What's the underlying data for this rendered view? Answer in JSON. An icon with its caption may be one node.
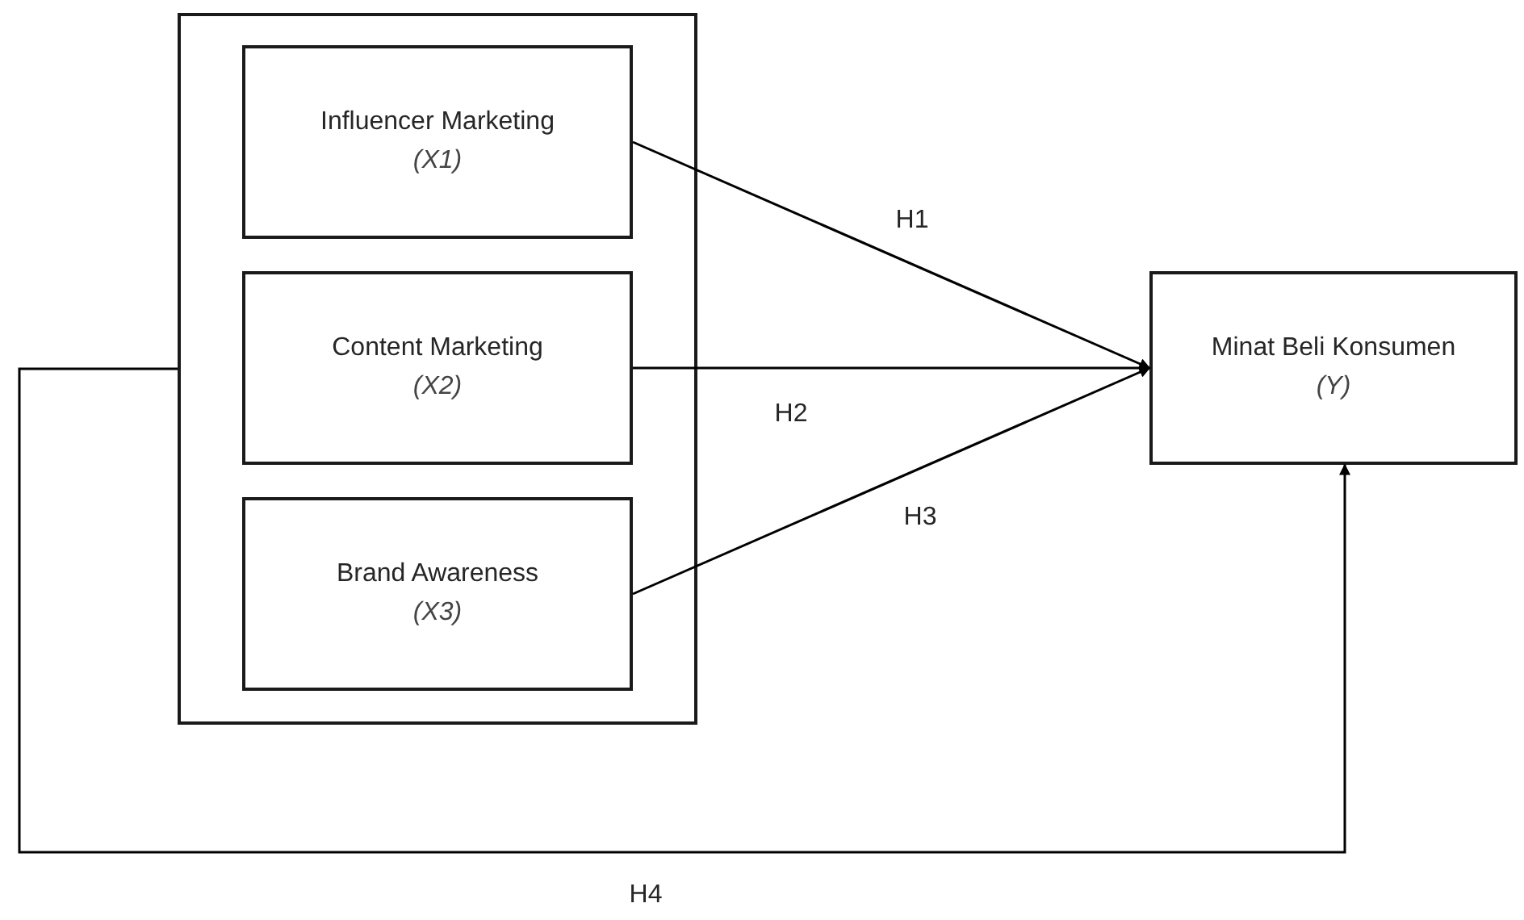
{
  "diagram": {
    "nodes": [
      {
        "text": [],
        "shape": "box"
      },
      {
        "text": [
          "Influencer Marketing",
          "(X1)"
        ],
        "in": 0
      },
      {
        "text": [
          "Content Marketing",
          "(X2)"
        ],
        "in": 0
      },
      {
        "text": [
          "Brand Awareness",
          "(X3)"
        ],
        "in": 0
      },
      {
        "text": [
          "Minat Beli Konsumen",
          "(Y)"
        ]
      }
    ],
    "edges": [
      {
        "from": 1,
        "to": 4,
        "arrow": "to",
        "label": "H1"
      },
      {
        "from": 2,
        "to": 4,
        "arrow": "to",
        "label": "H2"
      },
      {
        "from": 3,
        "to": 4,
        "arrow": "to",
        "label": "H3"
      },
      {
        "from": 0,
        "to": 4,
        "arrow": "to",
        "label": "H4"
      }
    ]
  }
}
